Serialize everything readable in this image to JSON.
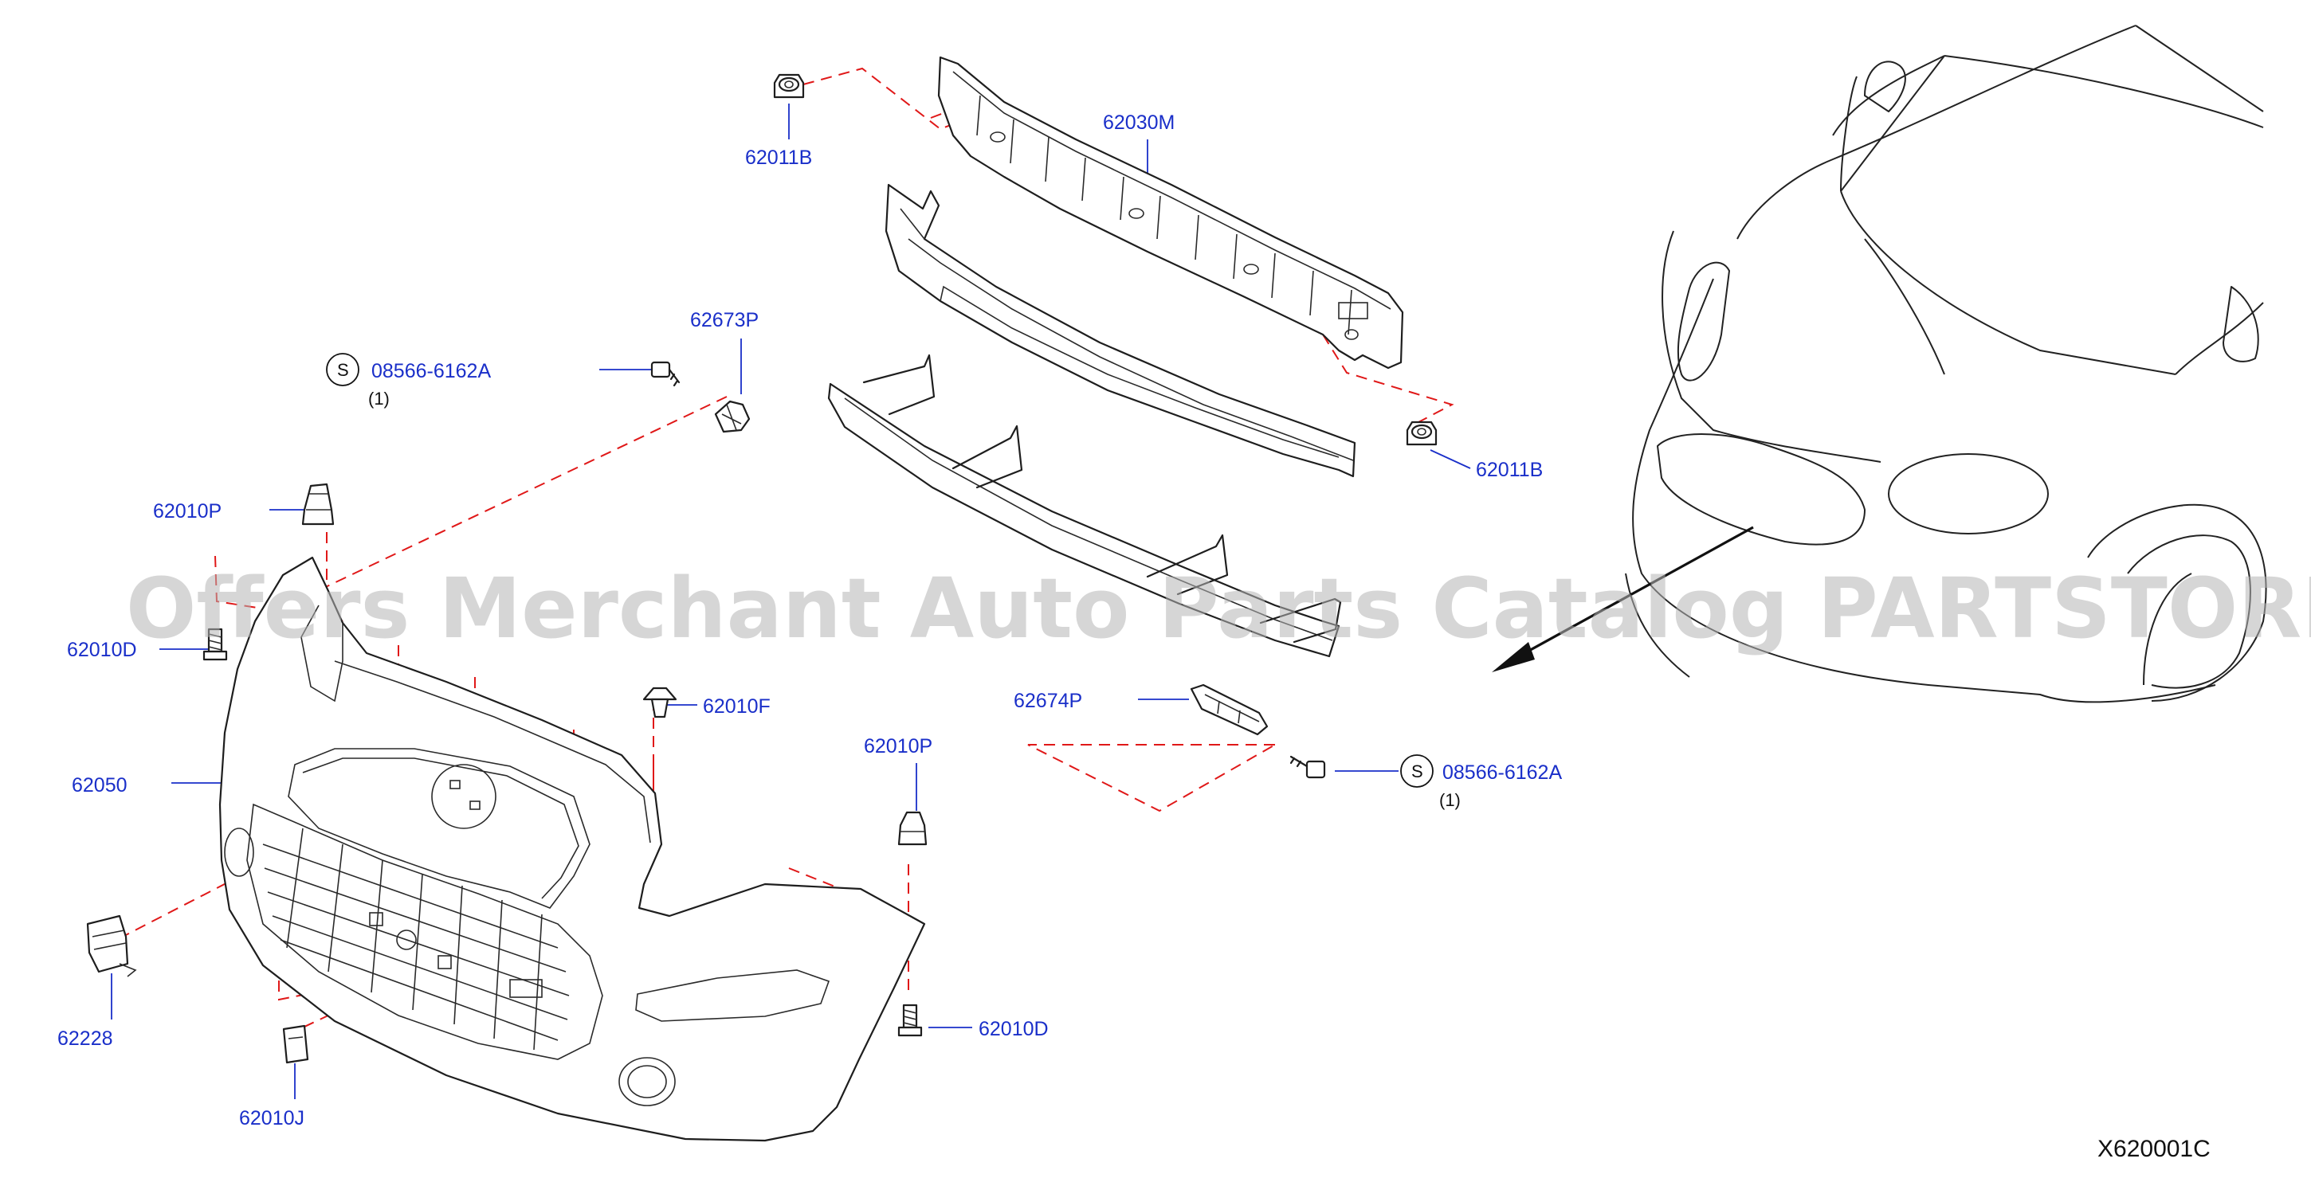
{
  "diagram_code": "X620001C",
  "watermark": "Offers Merchant Auto Parts Catalog PARTSTORE.SA",
  "callouts": [
    {
      "id": "62011b-top",
      "part_no": "62011B"
    },
    {
      "id": "62030m",
      "part_no": "62030M"
    },
    {
      "id": "62673p",
      "part_no": "62673P"
    },
    {
      "id": "08566-left",
      "part_no": "08566-6162A",
      "symbol": "S",
      "qty": "(1)"
    },
    {
      "id": "62011b-right",
      "part_no": "62011B"
    },
    {
      "id": "62010p-top",
      "part_no": "62010P"
    },
    {
      "id": "62010d-left",
      "part_no": "62010D"
    },
    {
      "id": "62010f",
      "part_no": "62010F"
    },
    {
      "id": "62674p",
      "part_no": "62674P"
    },
    {
      "id": "08566-right",
      "part_no": "08566-6162A",
      "symbol": "S",
      "qty": "(1)"
    },
    {
      "id": "62010p-mid",
      "part_no": "62010P"
    },
    {
      "id": "62050",
      "part_no": "62050"
    },
    {
      "id": "62228",
      "part_no": "62228"
    },
    {
      "id": "62010d-bottom",
      "part_no": "62010D"
    },
    {
      "id": "62010j",
      "part_no": "62010J"
    }
  ]
}
